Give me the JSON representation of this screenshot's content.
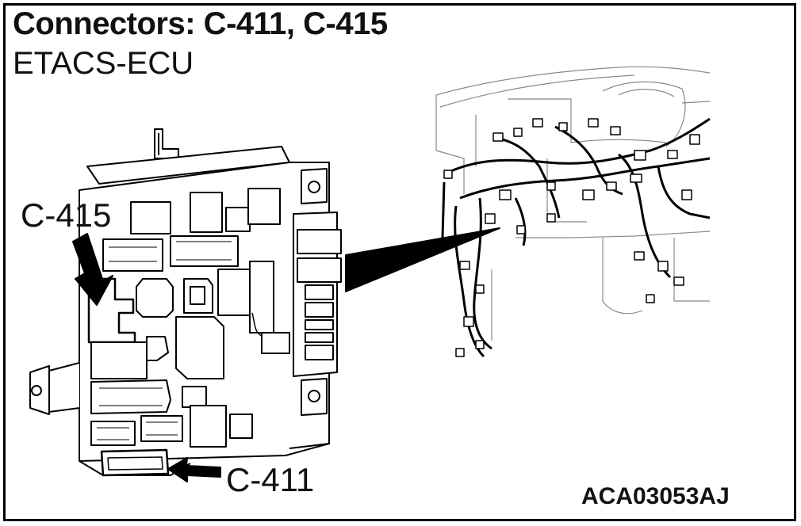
{
  "header": {
    "title": "Connectors: C-411, C-415",
    "subtitle": "ETACS-ECU"
  },
  "callouts": {
    "upper_connector": "C-415",
    "lower_connector": "C-411"
  },
  "figure_id": "ACA03053AJ"
}
